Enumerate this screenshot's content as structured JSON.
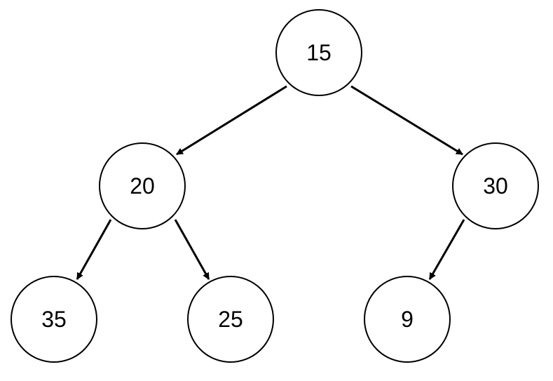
{
  "tree": {
    "nodes": [
      {
        "id": "n15",
        "label": "15"
      },
      {
        "id": "n20",
        "label": "20"
      },
      {
        "id": "n30",
        "label": "30"
      },
      {
        "id": "n35",
        "label": "35"
      },
      {
        "id": "n25",
        "label": "25"
      },
      {
        "id": "n9",
        "label": "9"
      }
    ],
    "edges": [
      {
        "from": "n15",
        "to": "n20"
      },
      {
        "from": "n15",
        "to": "n30"
      },
      {
        "from": "n20",
        "to": "n35"
      },
      {
        "from": "n20",
        "to": "n25"
      },
      {
        "from": "n30",
        "to": "n9"
      }
    ]
  },
  "style": {
    "stroke_color": "#000000",
    "fill_color": "#ffffff"
  }
}
